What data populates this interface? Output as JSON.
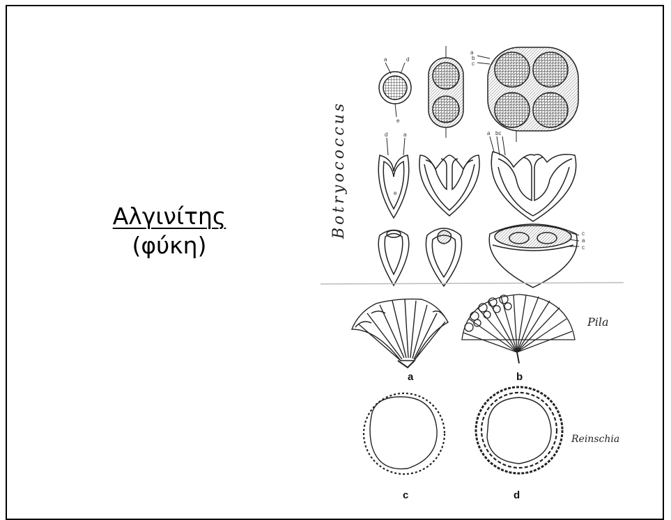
{
  "slide": {
    "title": "Αλγινίτης",
    "subtitle": "(φύκη)"
  },
  "figure": {
    "genus_top": "Botryococcus",
    "genus_mid": "Pila",
    "genus_bottom": "Reinschia",
    "panel_labels": [
      "a",
      "b",
      "c",
      "d"
    ],
    "tiny_labels": [
      "a",
      "d",
      "e",
      "a",
      "b",
      "c",
      "d",
      "a",
      "e",
      "a",
      "bc",
      "c",
      "a",
      "c"
    ]
  }
}
